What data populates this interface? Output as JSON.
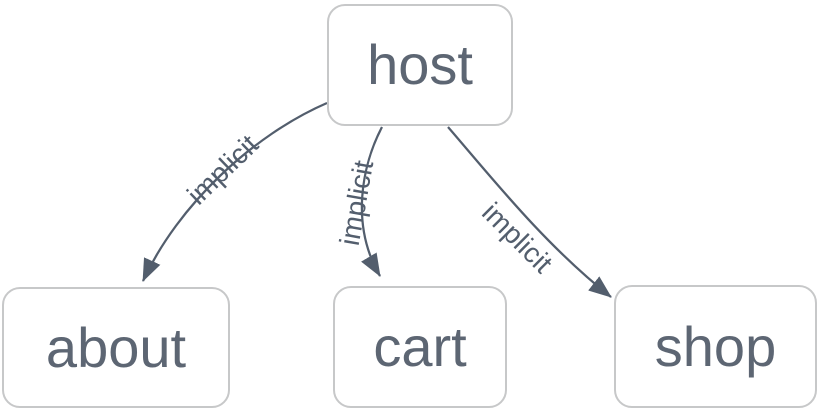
{
  "diagram": {
    "type": "graph",
    "nodes": [
      {
        "id": "host",
        "label": "host"
      },
      {
        "id": "about",
        "label": "about"
      },
      {
        "id": "cart",
        "label": "cart"
      },
      {
        "id": "shop",
        "label": "shop"
      }
    ],
    "edges": [
      {
        "from": "host",
        "to": "about",
        "label": "implicit"
      },
      {
        "from": "host",
        "to": "cart",
        "label": "implicit"
      },
      {
        "from": "host",
        "to": "shop",
        "label": "implicit"
      }
    ],
    "colors": {
      "background": "#ffffff",
      "node_fill": "#ffffff",
      "node_border": "#c7c8c9",
      "node_text": "#5d6673",
      "edge": "#535e6d"
    }
  }
}
